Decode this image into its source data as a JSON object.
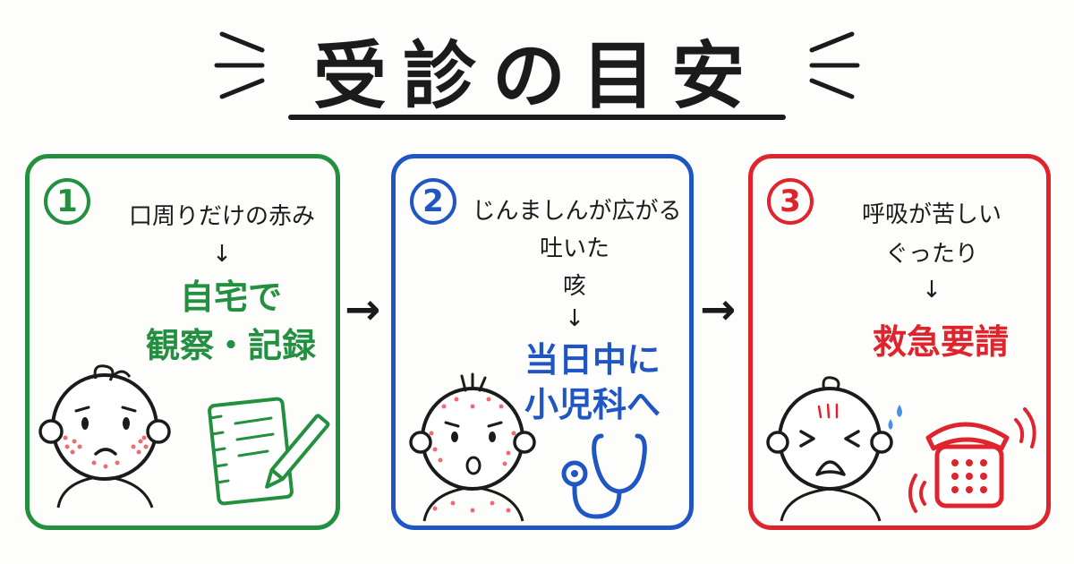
{
  "title": "受診の目安",
  "flow_arrow": "→",
  "steps": [
    {
      "number": "1",
      "symptoms": [
        "口周りだけの赤み"
      ],
      "arrow": "↓",
      "action_lines": [
        "自宅で",
        "観察・記録"
      ],
      "color": "#23903f",
      "icons": [
        "baby-face-icon",
        "notebook-pencil-icon"
      ]
    },
    {
      "number": "2",
      "symptoms": [
        "じんましんが広がる",
        "吐いた",
        "咳"
      ],
      "arrow": "↓",
      "action_lines": [
        "当日中に",
        "小児科へ"
      ],
      "color": "#1f56c4",
      "icons": [
        "baby-rash-icon",
        "stethoscope-icon"
      ]
    },
    {
      "number": "3",
      "symptoms": [
        "呼吸が苦しい",
        "ぐったり"
      ],
      "arrow": "↓",
      "action_lines": [
        "救急要請"
      ],
      "color": "#e0242d",
      "icons": [
        "baby-crying-icon",
        "telephone-icon"
      ]
    }
  ]
}
